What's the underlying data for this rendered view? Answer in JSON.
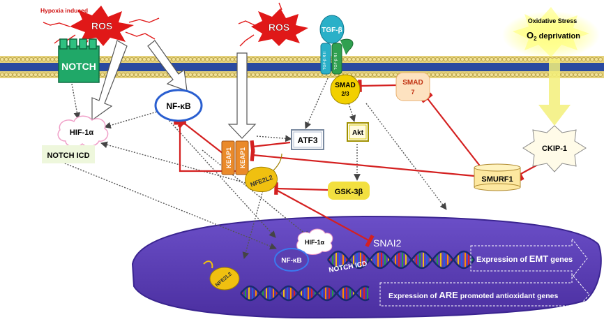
{
  "labels": {
    "hypoxia": "Hypoxia induced",
    "ros_left": "ROS",
    "ros_mid": "ROS",
    "oxidative_stress": "Oxidative Stress",
    "o2_big": "O",
    "o2_sub": "2",
    "o2_rest": " deprivation",
    "notch": "NOTCH",
    "tgfb": "TGF-β",
    "tgfbr1": "TGF-β R I",
    "tgfbr2": "TGF-β R II",
    "nfkb": "NF-κB",
    "hif1a": "HIF-1α",
    "notch_icd": "NOTCH ICD",
    "keap1_a": "KEAP1",
    "keap1_b": "KEAP1",
    "nfe2l2": "NFE2L2",
    "atf3": "ATF3",
    "smad23_top": "SMAD",
    "smad23_bot": "2/3",
    "smad7_top": "SMAD",
    "smad7_bot": "7",
    "akt": "Akt",
    "gsk3b": "GSK-3β",
    "smurf1": "SMURF1",
    "ckip1": "CKIP-1",
    "snai2": "SNAI2",
    "nuc_hif1a": "HIF-1α",
    "nuc_nfkb": "NF-κB",
    "nuc_notch_icd": "NOTCH ICD",
    "nuc_nfe2l2": "NFE2L2",
    "emt_pre": "Expression of ",
    "emt_big": "EMT",
    "emt_post": " genes",
    "are_pre": "Expression of ",
    "are_big": "ARE",
    "are_post": " promoted antioxidant genes"
  },
  "colors": {
    "membrane_head": "#e6d27a",
    "membrane_line": "#2a4aa0",
    "nucleus": "#5b3fb0",
    "inhibit": "#d42020",
    "ros": "#e01818",
    "notch": "#23b070",
    "keap1": "#ea8a2a",
    "nfe2l2": "#f0c010",
    "smad23": "#f2d000",
    "nfkb_ring": "#2a5fd0"
  },
  "icons": {
    "ros": "starburst",
    "notch": "transmembrane-receptor",
    "tgf_receptor": "receptor-complex",
    "dna": "double-helix",
    "oxidative_stress": "glow-star"
  }
}
